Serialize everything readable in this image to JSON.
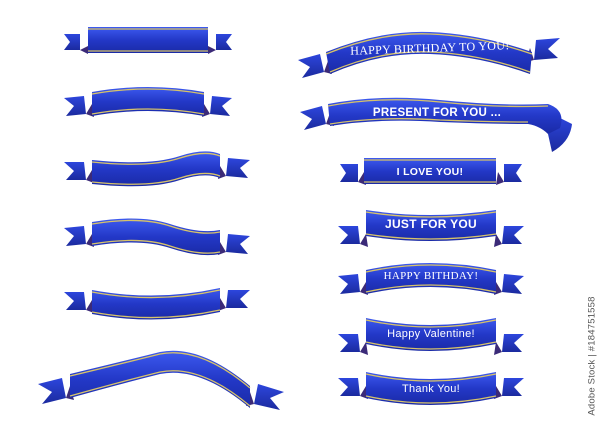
{
  "colors": {
    "ribbon_blue": "#2338c7",
    "ribbon_highlight": "#4a66f0",
    "fold_shadow": "#3b2a78",
    "gold_trim": "#d7c36a",
    "text": "#ffffff",
    "background": "#ffffff"
  },
  "labels": {
    "happy_birthday_to_you": "HAPPY BIRTHDAY TO YOU!",
    "present_for_you": "PRESENT FOR YOU ...",
    "i_love_you": "I LOVE YOU!",
    "just_for_you": "JUST FOR YOU",
    "happy_birthday": "HAPPY BITHDAY!",
    "happy_valentine": "Happy Valentine!",
    "thank_you": "Thank You!"
  },
  "stock_id": "Adobe Stock | #184751558"
}
